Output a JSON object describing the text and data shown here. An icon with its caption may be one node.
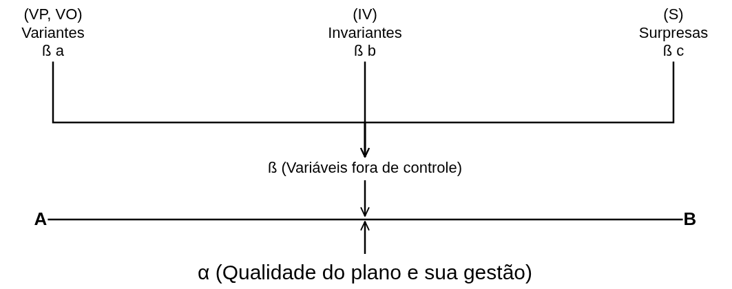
{
  "diagram": {
    "nodes": [
      {
        "text": [
          "(VP, VO)",
          "Variantes",
          "ß a"
        ]
      },
      {
        "text": [
          "(IV)",
          "Invariantes",
          "ß b"
        ]
      },
      {
        "text": [
          "(S)",
          "Surpresas",
          "ß c"
        ]
      },
      {
        "text": [
          "ß (Variáveis fora de controle)"
        ]
      },
      {
        "text": [
          "A"
        ]
      },
      {
        "text": [
          "B"
        ]
      },
      {
        "text": [
          "α (Qualidade do plano e sua gestão)"
        ]
      }
    ],
    "edges": [
      {
        "from": 0,
        "to": 3,
        "arrow": "to"
      },
      {
        "from": 1,
        "to": 3,
        "arrow": "to"
      },
      {
        "from": 2,
        "to": 3,
        "arrow": "to"
      },
      {
        "from": 4,
        "to": 5,
        "arrow": "none"
      },
      {
        "from": 3,
        "to": null,
        "arrow": "to"
      },
      {
        "from": 6,
        "to": null,
        "arrow": "to"
      }
    ]
  }
}
